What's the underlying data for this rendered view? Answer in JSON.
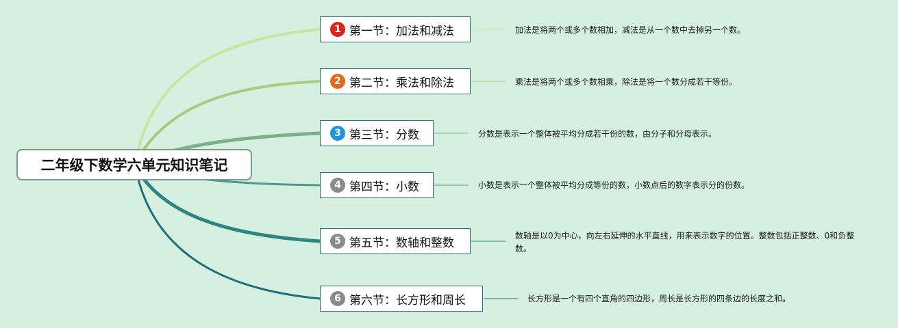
{
  "root": {
    "title": "二年级下数学六单元知识笔记"
  },
  "topics": [
    {
      "number": "1",
      "title": "第一节：加法和减法",
      "note": "加法是将两个或多个数相加，减法是从一个数中去掉另一个数。",
      "badge_color": "#d9261c",
      "branch_color": "#c6e6a0"
    },
    {
      "number": "2",
      "title": "第二节：乘法和除法",
      "note": "乘法是将两个或多个数相乘，除法是将一个数分成若干等份。",
      "badge_color": "#e2681c",
      "branch_color": "#a6cd7e"
    },
    {
      "number": "3",
      "title": "第三节：分数",
      "note": "分数是表示一个整体被平均分成若干份的数，由分子和分母表示。",
      "badge_color": "#1f95dc",
      "branch_color": "#7fb08a"
    },
    {
      "number": "4",
      "title": "第四节：小数",
      "note": "小数是表示一个整体被平均分成等份的数，小数点后的数字表示分的份数。",
      "badge_color": "#8a8a8a",
      "branch_color": "#479a8c"
    },
    {
      "number": "5",
      "title": "第五节：数轴和整数",
      "note": "数轴是以0为中心，向左右延伸的水平直线，用来表示数字的位置。整数包括正整数、0和负整数。",
      "badge_color": "#8a8a8a",
      "branch_color": "#2e8580"
    },
    {
      "number": "6",
      "title": "第六节：长方形和周长",
      "note": "长方形是一个有四个直角的四边形，周长是长方形的四条边的长度之和。",
      "badge_color": "#8a8a8a",
      "branch_color": "#1f6e78"
    }
  ]
}
